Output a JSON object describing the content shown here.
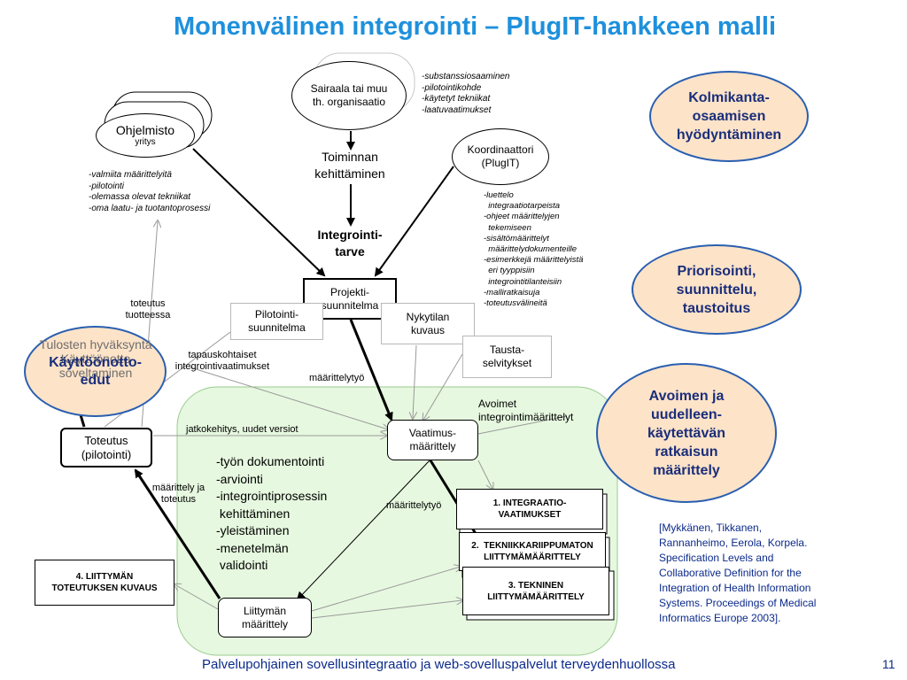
{
  "slide": {
    "title": "Monenvälinen integrointi – PlugIT-hankkeen malli",
    "footer": "Palvelupohjainen sovellusintegraatio ja web-sovelluspalvelut terveydenhuollossa",
    "page_number": "11"
  },
  "nodes": {
    "sairaala": "Sairaala tai muu\nth. organisaatio",
    "ohjelmisto_title": "Ohjelmisto",
    "ohjelmisto_sub": "yritys",
    "koordinaattori": "Koordinaattori\n(PlugIT)",
    "toiminnan": "Toiminnan\nkehittäminen",
    "integrointitarve": "Integrointi-\ntarve",
    "projektisuunnitelma": "Projekti-\nsuunnitelma",
    "pilotointisuunnitelma": "Pilotointi-\nsuunnitelma",
    "nykytilan": "Nykytilan\nkuvaus",
    "taustaselvitykset": "Tausta-\nselvitykset",
    "vaatimusmaarittely": "Vaatimus-\nmäärittely",
    "liittyman": "Liittymän\nmäärittely",
    "toteutus": "Toteutus\n(pilotointi)",
    "kayttoonotto": "Käyttöönotto-\nedut",
    "kayttoonotto_under": "Tulosten hyväksyntä\nKäyttöönotto\nsoveltaminen",
    "doc1": "1. INTEGRAATIO-\nVAATIMUKSET",
    "doc2": "2.  TEKNIIKKARIIPPUMATON\nLIITTYMÄMÄÄRITTELY",
    "doc3": "3. TEKNINEN\nLIITTYMÄMÄÄRITTELY",
    "doc4": "4. LIITTYMÄN\nTOTEUTUKSEN KUVAUS"
  },
  "notes": {
    "sairaala_notes": "-substanssiosaaminen\n-pilotointikohde\n-käytetyt tekniikat\n-laatuvaatimukset",
    "ohjelmisto_notes": "-valmiita määrittelyitä\n-pilotointi\n-olemassa olevat tekniikat\n-oma laatu- ja tuotantoprosessi",
    "koordinaattori_notes": "-luettelo\n  integraatiotarpeista\n-ohjeet määrittelyjen\n  tekemiseen\n-sisältömäärittelyt\n  määrittelydokumenteille\n-esimerkkejä määrittelyistä\n  eri tyyppisiin\n  integrointitilanteisiin\n-malliratkaisuja\n-toteutusvälineitä",
    "process_list": "-työn dokumentointi\n-arviointi\n-integrointiprosessin\n kehittäminen\n-yleistäminen\n-menetelmän\n validointi"
  },
  "labels": {
    "toteutus_tuotteessa": "toteutus\ntuotteessa",
    "tapauskohtaiset": "tapauskohtaiset\nintegrointivaatimukset",
    "maarittelytyo_1": "määrittelytyö",
    "maarittelytyo_2": "määrittelytyö",
    "avoimet": "Avoimet\nintegrointimäärittelyt",
    "jatkokehitys": "jatkokehitys, uudet versiot",
    "maarittely_toteutus": "määrittely ja\ntoteutus"
  },
  "callouts": {
    "kolmikanta": "Kolmikanta-\nosaamisen\nhyödyntäminen",
    "priorisointi": "Priorisointi,\nsuunnittelu,\ntaustoitus",
    "avoimen": "Avoimen ja\nuudelleen-\nkäytettävän\nratkaisun\nmäärittely"
  },
  "reference": "[Mykkänen, Tikkanen,\nRannanheimo, Eerola, Korpela.\nSpecification Levels and\nCollaborative Definition for the\nIntegration of Health Information\nSystems. Proceedings of Medical\nInformatics Europe 2003].",
  "colors": {
    "title": "#1e90dc",
    "callout_fill": "#fde3c8",
    "callout_border": "#2a5fb0",
    "green_area": "#e6f8df",
    "footer": "#0b2a8a"
  }
}
